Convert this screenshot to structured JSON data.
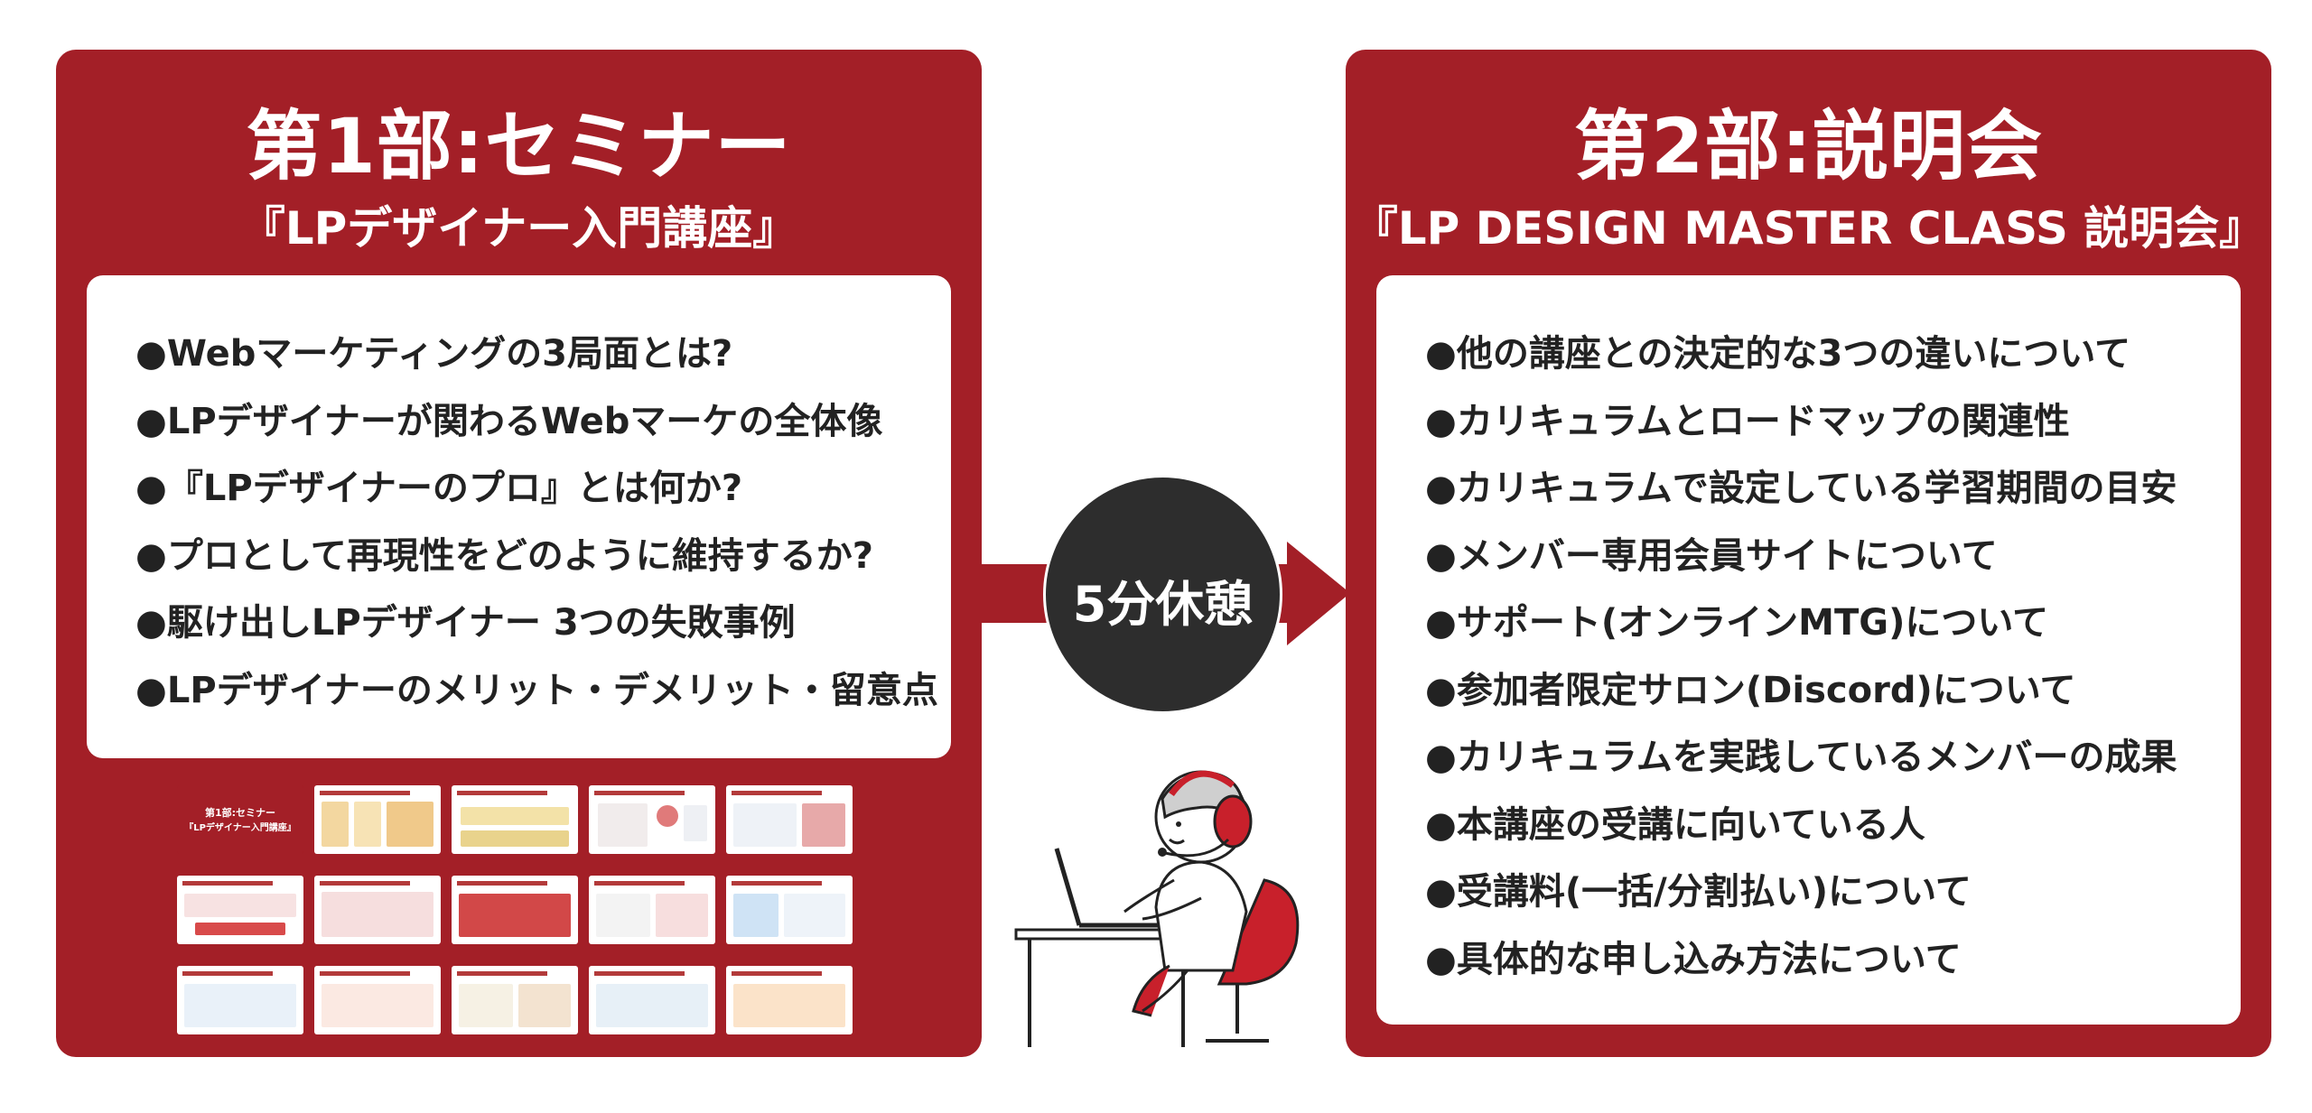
{
  "part1": {
    "title": "第1部:セミナー",
    "subtitle": "『LPデザイナー入門講座』",
    "items": [
      "●Webマーケティングの3局面とは?",
      "●LPデザイナーが関わるWebマーケの全体像",
      "●『LPデザイナーのプロ』とは何か?",
      "●プロとして再現性をどのように維持するか?",
      "●駆け出しLPデザイナー 3つの失敗事例",
      "●LPデザイナーのメリット・デメリット・留意点"
    ],
    "thumbnail_cover": {
      "line1": "第1部:セミナー",
      "line2": "『LPデザイナー入門講座』"
    }
  },
  "break": {
    "label": "5分休憩"
  },
  "part2": {
    "title": "第2部:説明会",
    "subtitle": "『LP DESIGN MASTER CLASS 説明会』",
    "items": [
      "●他の講座との決定的な3つの違いについて",
      "●カリキュラムとロードマップの関連性",
      "●カリキュラムで設定している学習期間の目安",
      "●メンバー専用会員サイトについて",
      "●サポート(オンラインMTG)について",
      "●参加者限定サロン(Discord)について",
      "●カリキュラムを実践しているメンバーの成果",
      "●本講座の受講に向いている人",
      "●受講料(一括/分割払い)について",
      "●具体的な申し込み方法について"
    ]
  },
  "colors": {
    "panel": "#a31f27",
    "circle": "#2d2d2d",
    "text": "#222222",
    "headset": "#c8202b"
  }
}
